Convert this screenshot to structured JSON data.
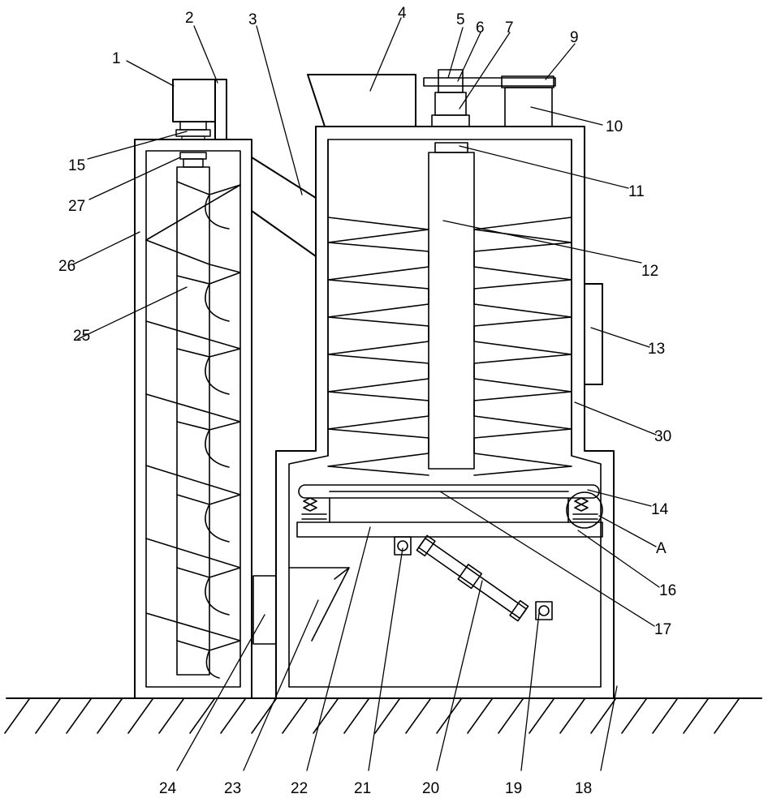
{
  "callouts": {
    "c1": "1",
    "c2": "2",
    "c3": "3",
    "c4": "4",
    "c5": "5",
    "c6": "6",
    "c7": "7",
    "c9": "9",
    "c10": "10",
    "c11": "11",
    "c12": "12",
    "c13": "13",
    "c14": "14",
    "cA": "A",
    "c15": "15",
    "c16": "16",
    "c17": "17",
    "c18": "18",
    "c19": "19",
    "c20": "20",
    "c21": "21",
    "c22": "22",
    "c23": "23",
    "c24": "24",
    "c25": "25",
    "c26": "26",
    "c27": "27",
    "c30": "30"
  },
  "colors": {
    "line": "#000000",
    "background": "#ffffff"
  }
}
